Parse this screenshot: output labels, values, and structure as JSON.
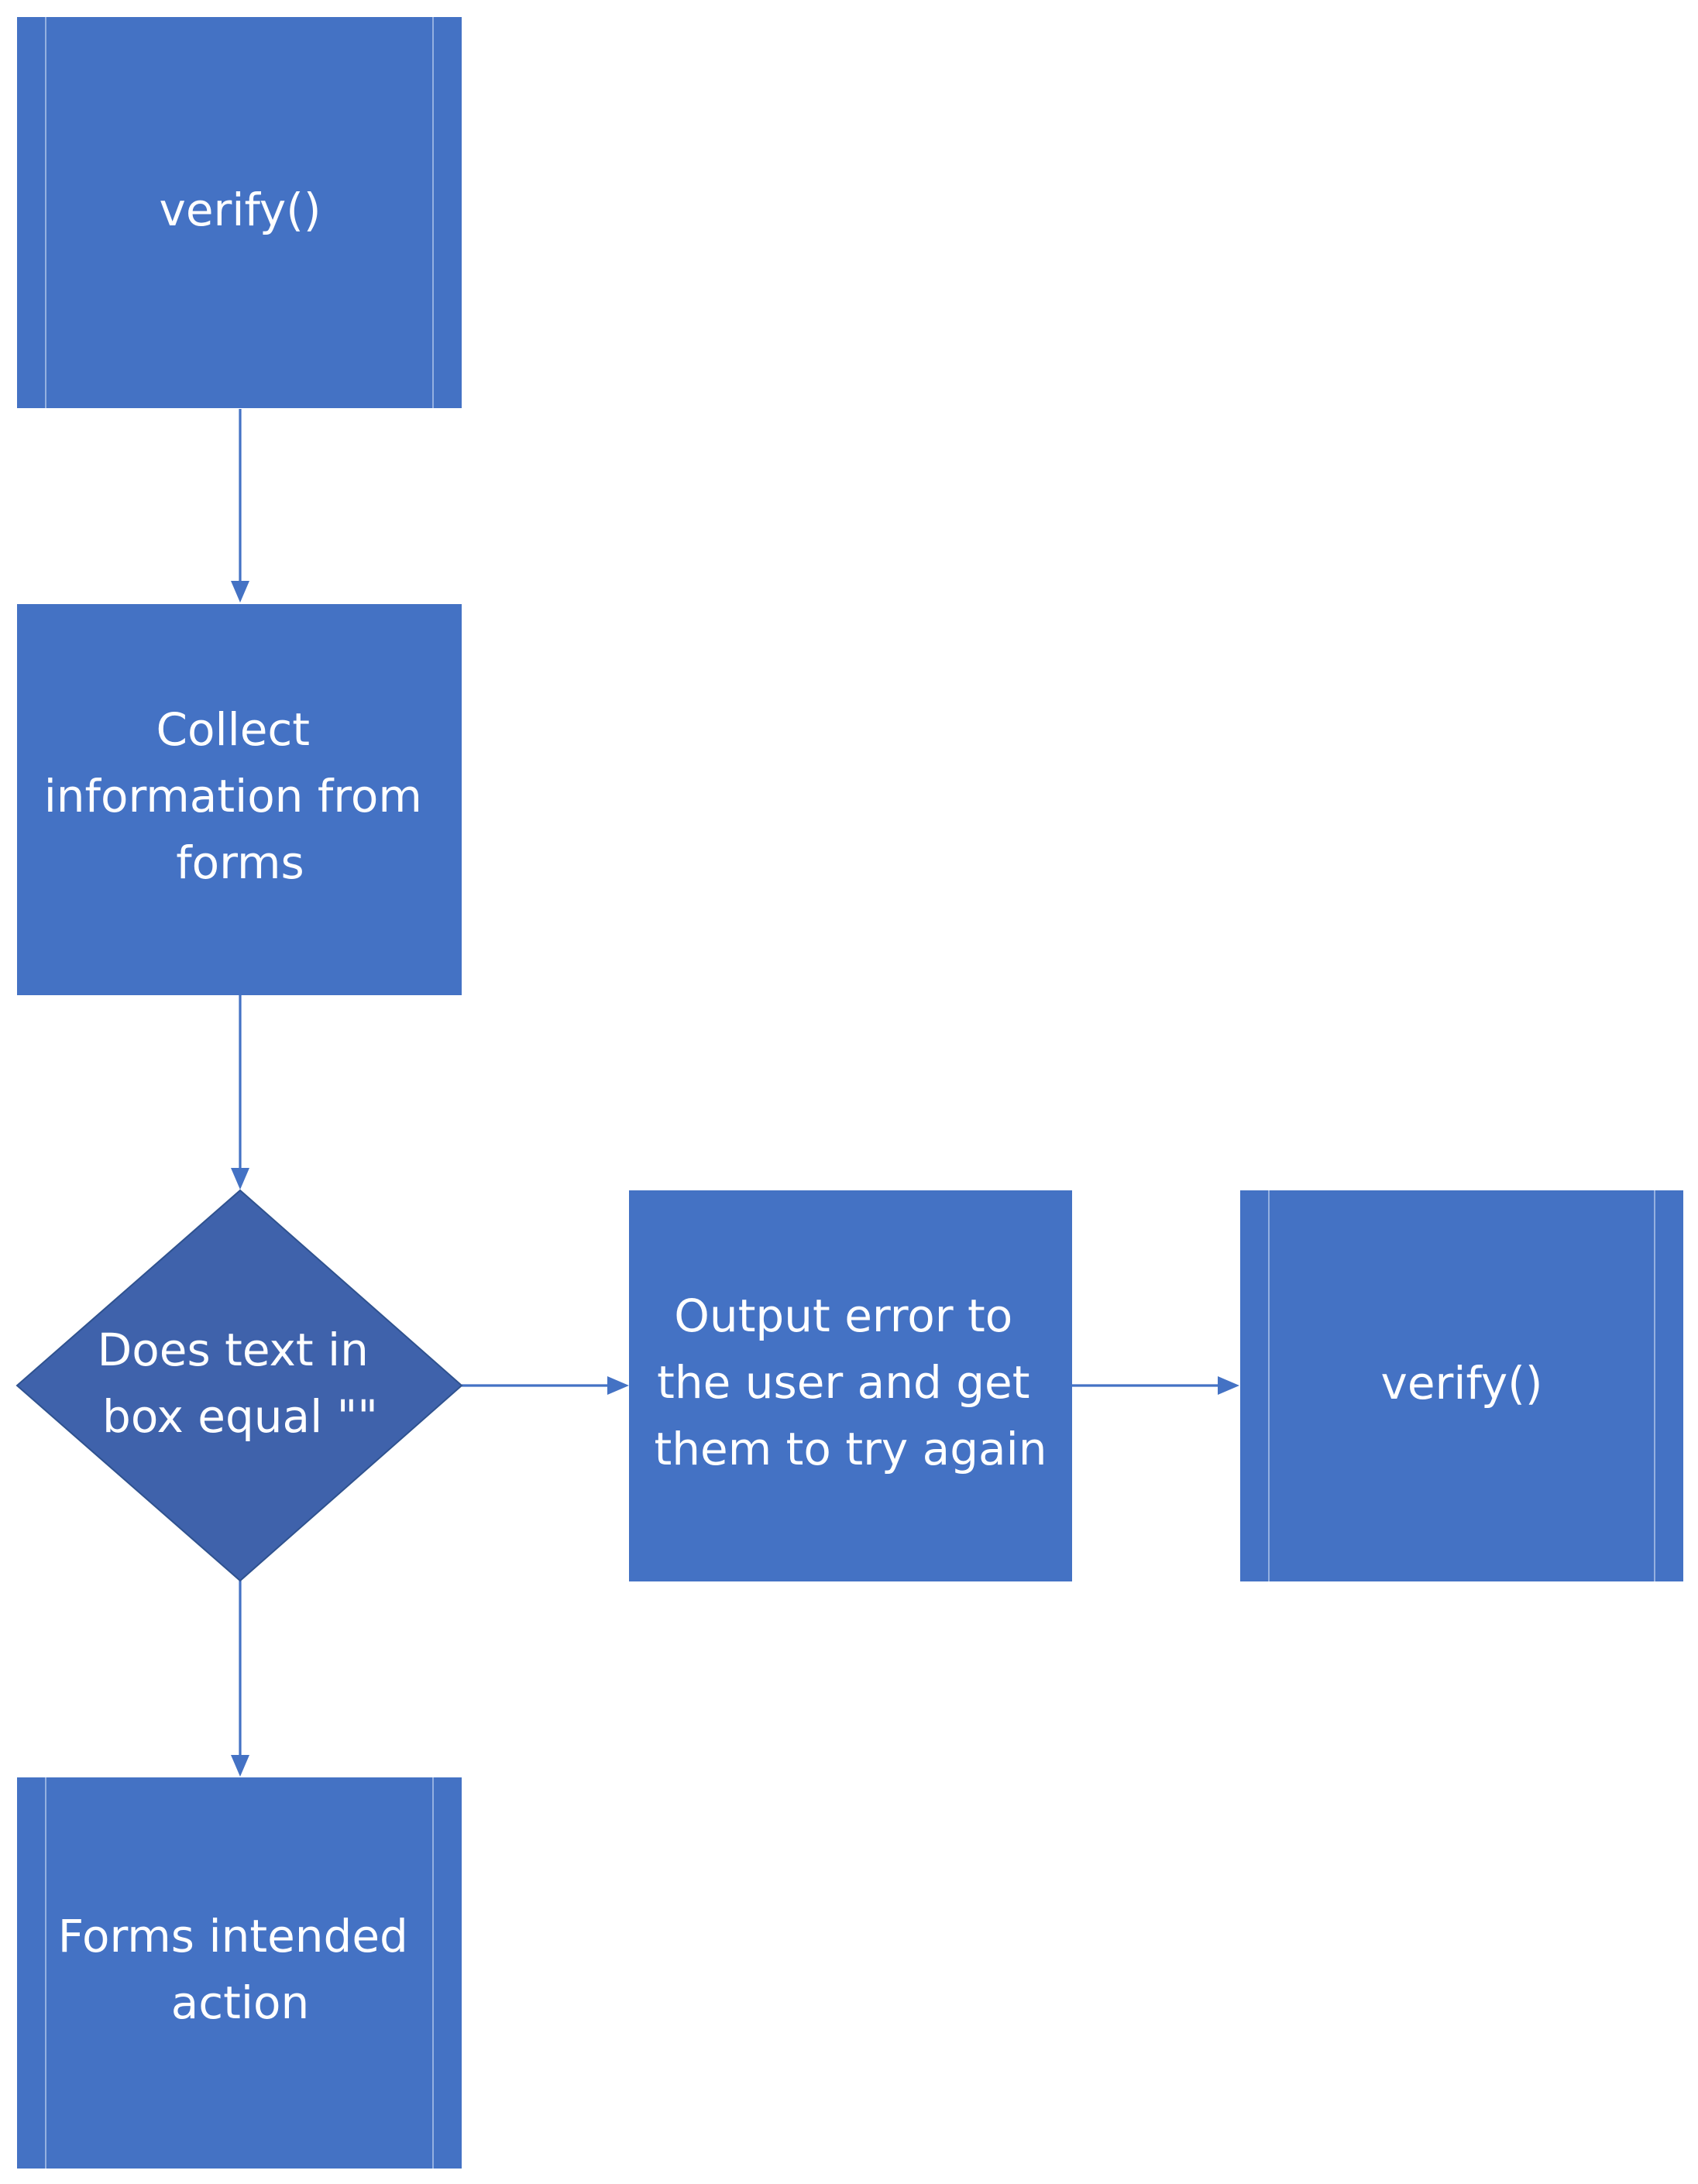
{
  "colors": {
    "process_fill": "#4472c4",
    "decision_fill": "#3f62ab",
    "connector": "#4472c4",
    "label": "#ffffff"
  },
  "nodes": [
    {
      "id": "verify-start",
      "shape": "predefined-process",
      "lines": [
        "verify()"
      ]
    },
    {
      "id": "collect-info",
      "shape": "process",
      "lines": [
        "Collect",
        "information from",
        "forms"
      ]
    },
    {
      "id": "text-empty-check",
      "shape": "decision",
      "lines": [
        "Does text in",
        "box equal \"\""
      ]
    },
    {
      "id": "output-error",
      "shape": "process",
      "lines": [
        "Output error to",
        "the user and get",
        "them to try again"
      ]
    },
    {
      "id": "verify-retry",
      "shape": "predefined-process",
      "lines": [
        "verify()"
      ]
    },
    {
      "id": "forms-action",
      "shape": "predefined-process",
      "lines": [
        "Forms intended",
        "action"
      ]
    }
  ],
  "connectors": [
    {
      "from": "verify-start",
      "to": "collect-info"
    },
    {
      "from": "collect-info",
      "to": "text-empty-check"
    },
    {
      "from": "text-empty-check",
      "to": "output-error"
    },
    {
      "from": "output-error",
      "to": "verify-retry"
    },
    {
      "from": "text-empty-check",
      "to": "forms-action"
    }
  ]
}
